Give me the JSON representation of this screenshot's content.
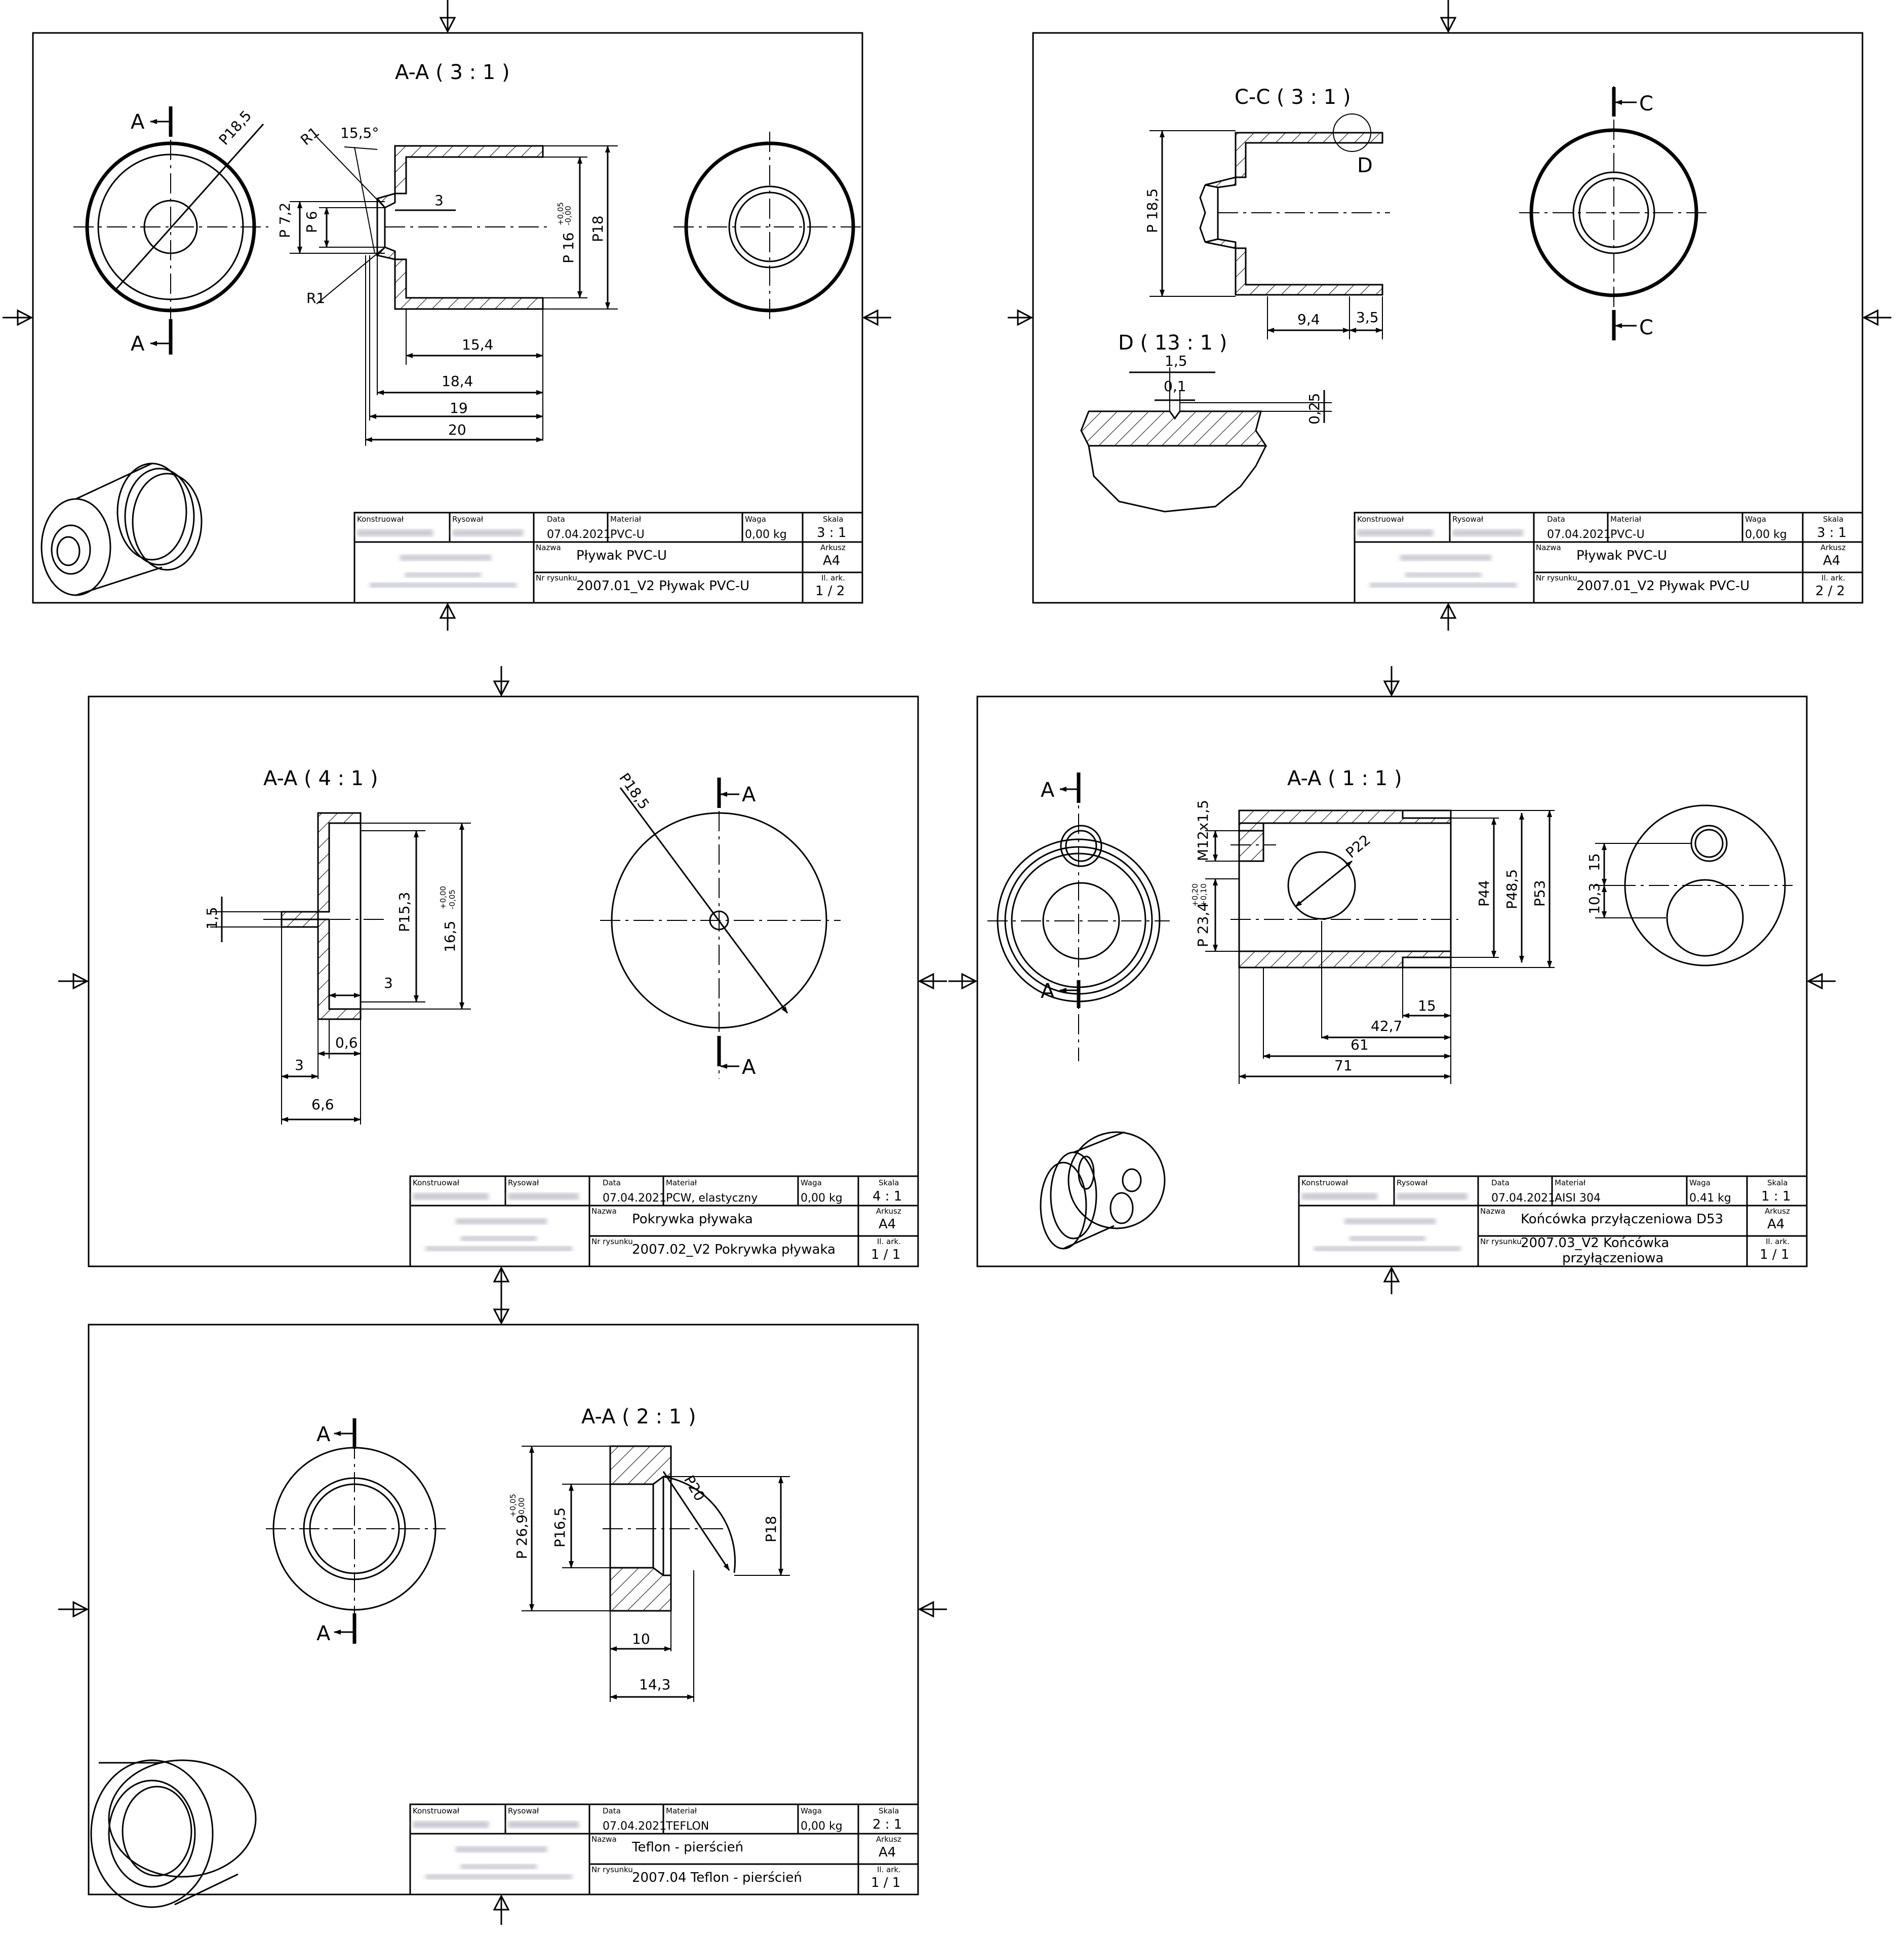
{
  "title_block_labels": {
    "designer": "Konstruował",
    "drawer": "Rysował",
    "date": "Data",
    "material": "Materiał",
    "weight": "Waga",
    "scale": "Skala",
    "name": "Nazwa",
    "sheet_format": "Arkusz",
    "drawing_no": "Nr rysunku",
    "sheets": "Il. ark."
  },
  "sheets": [
    {
      "date": "07.04.2021",
      "material": "PVC-U",
      "weight": "0,00 kg",
      "scale": "3 : 1",
      "name": "Pływak PVC-U",
      "format": "A4",
      "drawing_no": "2007.01_V2 Pływak PVC-U",
      "sheet_count": "1 / 2",
      "views": {
        "section": "A-A ( 3 : 1 )"
      },
      "cut_letter": "A",
      "dims": {
        "r185": "P18,5",
        "r1a": "R1",
        "r1b": "R1",
        "ang": "15,5°",
        "d72": "P 7,2",
        "d6": "P 6",
        "d3": "3",
        "d16": "P 16",
        "d16tol_up": "+0,05",
        "d16tol_lo": "-0,00",
        "d18": "P18",
        "l154": "15,4",
        "l184": "18,4",
        "l19": "19",
        "l20": "20"
      }
    },
    {
      "date": "07.04.2021",
      "material": "PVC-U",
      "weight": "0,00 kg",
      "scale": "3 : 1",
      "name": "Pływak PVC-U",
      "format": "A4",
      "drawing_no": "2007.01_V2 Pływak PVC-U",
      "sheet_count": "2 / 2",
      "views": {
        "section": "C-C ( 3 : 1 )",
        "detail": "D ( 13 : 1 )"
      },
      "cut_letter": "C",
      "detail_letter": "D",
      "dims": {
        "d185": "P 18,5",
        "l94": "9,4",
        "l35": "3,5",
        "l15": "1,5",
        "l01": "0,1",
        "l025": "0,25"
      }
    },
    {
      "date": "07.04.2021",
      "material": "PCW, elastyczny",
      "weight": "0,00 kg",
      "scale": "4 : 1",
      "name": "Pokrywka pływaka",
      "format": "A4",
      "drawing_no": "2007.02_V2 Pokrywka pływaka",
      "sheet_count": "1 / 1",
      "views": {
        "section": "A-A ( 4 : 1 )"
      },
      "cut_letter": "A",
      "dims": {
        "d15": "1,5",
        "d153": "P15,3",
        "d165": "16,5",
        "d165tol_up": "+0,00",
        "d165tol_lo": "-0,05",
        "l3a": "3",
        "l06": "0,6",
        "l3b": "3",
        "l66": "6,6",
        "r185": "P18,5"
      }
    },
    {
      "date": "07.04.2021",
      "material": "AISI 304",
      "weight": "0.41 kg",
      "scale": "1 : 1",
      "name": "Końcówka przyłączeniowa D53",
      "format": "A4",
      "drawing_no_line1": "2007.03_V2 Końcówka",
      "drawing_no_line2": "przyłączeniowa",
      "sheet_count": "1 / 1",
      "views": {
        "section": "A-A ( 1 : 1 )"
      },
      "cut_letter": "A",
      "dims": {
        "m12": "M12x1,5",
        "d234": "P 23,4",
        "d234tol_up": "+0,20",
        "d234tol_lo": "+0,10",
        "r22": "P22",
        "d44": "P44",
        "d485": "P48,5",
        "d53": "P53",
        "l15": "15",
        "l427": "42,7",
        "l61": "61",
        "l71": "71",
        "v15": "15",
        "v103": "10,3"
      }
    },
    {
      "date": "07.04.2021",
      "material": "TEFLON",
      "weight": "0,00 kg",
      "scale": "2 : 1",
      "name": "Teflon - pierścień",
      "format": "A4",
      "drawing_no": "2007.04 Teflon - pierścień",
      "sheet_count": "1 / 1",
      "views": {
        "section": "A-A ( 2 : 1 )"
      },
      "cut_letter": "A",
      "dims": {
        "d269": "P 26,9",
        "d269tol_up": "+0,05",
        "d269tol_lo": "-0,00",
        "d165": "P16,5",
        "r20": "P20",
        "d18": "P18",
        "l10": "10",
        "l143": "14,3"
      }
    }
  ]
}
